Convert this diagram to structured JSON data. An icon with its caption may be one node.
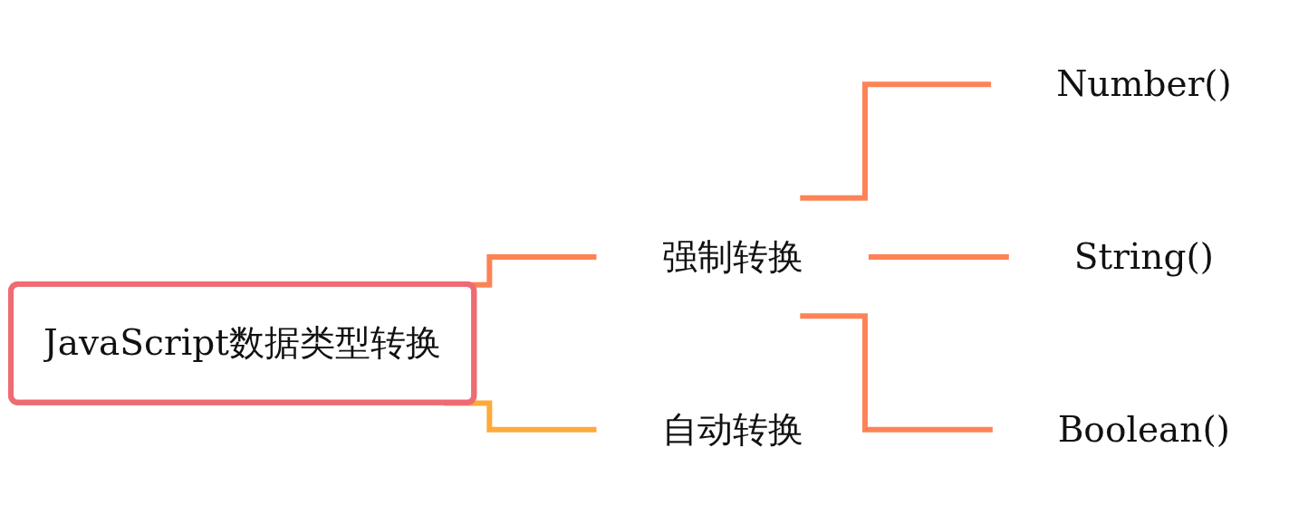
{
  "diagram": {
    "nodes": [
      {
        "text": [
          "JavaScript数据类型转换"
        ]
      },
      {
        "text": [
          "强制转换"
        ]
      },
      {
        "text": [
          "自动转换"
        ]
      },
      {
        "text": [
          "Number()"
        ]
      },
      {
        "text": [
          "String()"
        ]
      },
      {
        "text": [
          "Boolean()"
        ]
      }
    ],
    "edges": [
      {
        "from": 0,
        "to": 1,
        "arrow": "none"
      },
      {
        "from": 0,
        "to": 2,
        "arrow": "none",
        "color": "#fdaa3a"
      },
      {
        "from": 1,
        "to": 3,
        "arrow": "none"
      },
      {
        "from": 1,
        "to": 4,
        "arrow": "none"
      },
      {
        "from": 1,
        "to": 5,
        "arrow": "none"
      }
    ]
  }
}
